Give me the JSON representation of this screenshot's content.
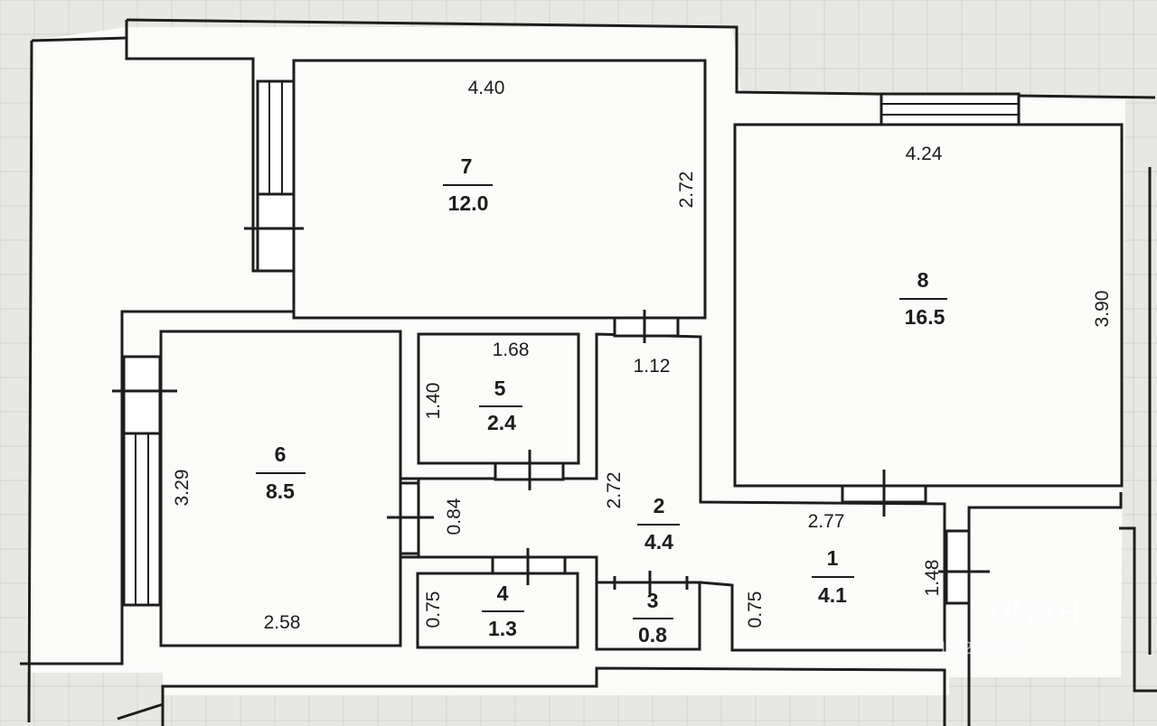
{
  "rooms": [
    {
      "number": "1",
      "area": "4.1"
    },
    {
      "number": "2",
      "area": "4.4"
    },
    {
      "number": "3",
      "area": "0.8"
    },
    {
      "number": "4",
      "area": "1.3"
    },
    {
      "number": "5",
      "area": "2.4"
    },
    {
      "number": "6",
      "area": "8.5"
    },
    {
      "number": "7",
      "area": "12.0"
    },
    {
      "number": "8",
      "area": "16.5"
    }
  ],
  "dimensions": {
    "room7_width": "4.40",
    "room7_height": "2.72",
    "room8_width": "4.24",
    "room8_height": "3.90",
    "room5_width": "1.68",
    "room5_height": "1.40",
    "room2_top": "1.12",
    "room2_height": "2.72",
    "room6_height": "3.29",
    "room6_width": "2.58",
    "corridor_width": "0.84",
    "room4_height": "0.75",
    "room1_width": "2.77",
    "room1_height": "1.48",
    "room1_door_depth": "0.75"
  },
  "watermark": "ЦИАН",
  "watermark_id": "ID 2683402"
}
